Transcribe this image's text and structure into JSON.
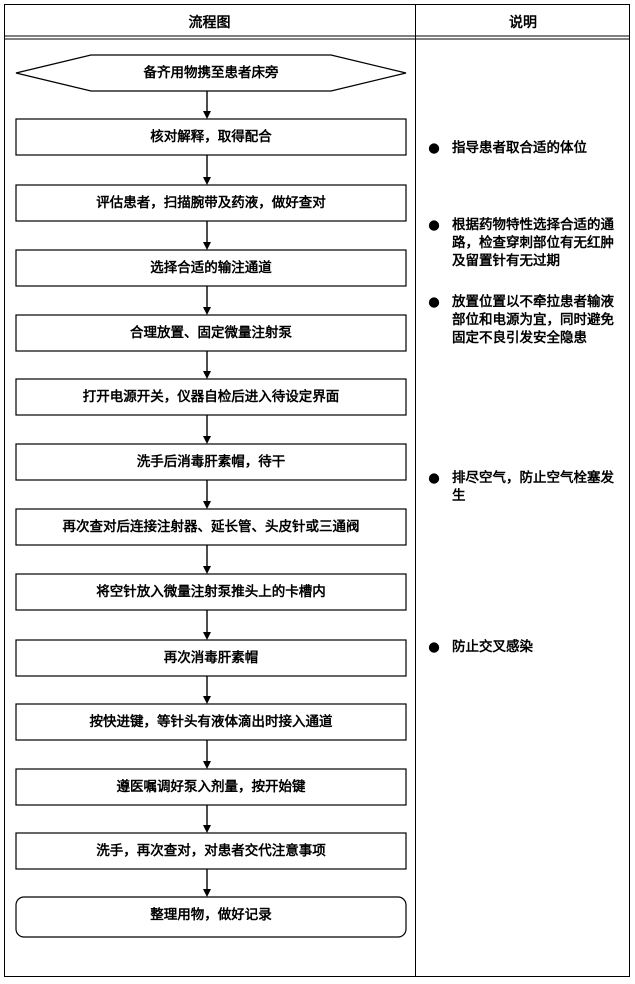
{
  "header": {
    "flow_col": "流程图",
    "notes_col": "说明"
  },
  "steps": [
    "备齐用物携至患者床旁",
    "核对解释，取得配合",
    "评估患者，扫描腕带及药液，做好查对",
    "选择合适的输注通道",
    "合理放置、固定微量注射泵",
    "打开电源开关，仪器自检后进入待设定界面",
    "洗手后消毒肝素帽，待干",
    "再次查对后连接注射器、延长管、头皮针或三通阀",
    "将空针放入微量注射泵推头上的卡槽内",
    "再次消毒肝素帽",
    "按快进键，等针头有液体滴出时接入通道",
    "遵医嘱调好泵入剂量，按开始键",
    "洗手，再次查对，对患者交代注意事项",
    "整理用物，做好记录"
  ],
  "notes": [
    {
      "bullet": "●",
      "text": "指导患者取合适的体位"
    },
    {
      "bullet": "●",
      "text": "根据药物特性选择合适的通路，检查穿刺部位有无红肿及留置针有无过期"
    },
    {
      "bullet": "●",
      "text": "放置位置以不牵拉患者输液部位和电源为宜，同时避免固定不良引发安全隐患"
    },
    {
      "bullet": "●",
      "text": "排尽空气，防止空气栓塞发生"
    },
    {
      "bullet": "●",
      "text": "防止交叉感染"
    }
  ]
}
